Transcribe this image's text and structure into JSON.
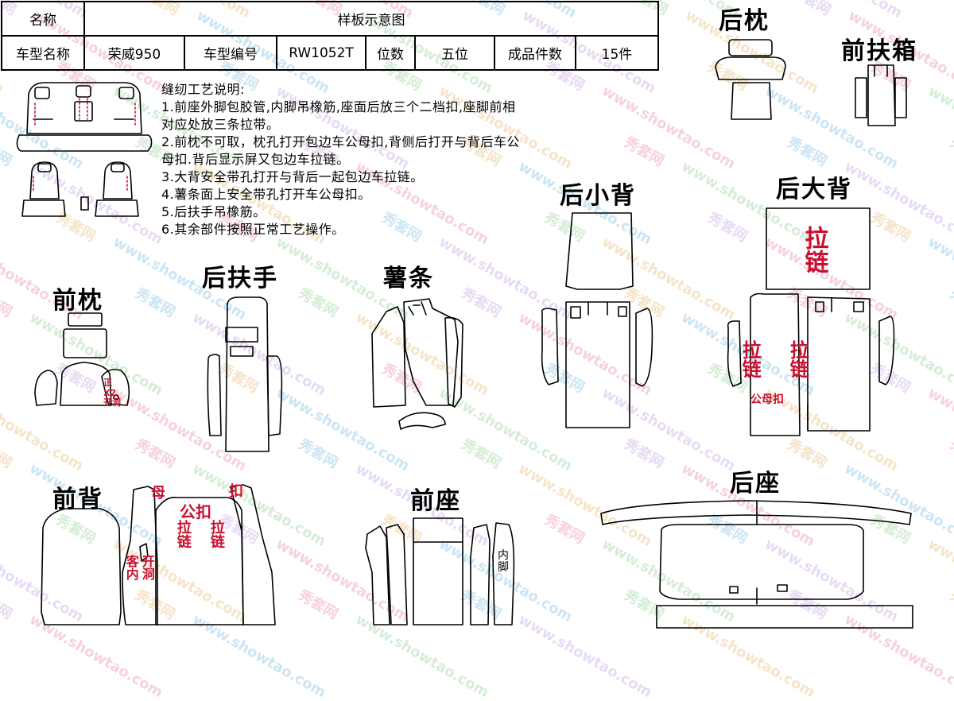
{
  "header": {
    "row1": {
      "name_label": "名称",
      "name_value": "样板示意图"
    },
    "row2": {
      "model_name_label": "车型名称",
      "model_name_value": "荣威950",
      "model_code_label": "车型编号",
      "model_code_value": "RW1052T",
      "seats_label": "位数",
      "seats_value": "五位",
      "pieces_label": "成品件数",
      "pieces_value": "15件"
    }
  },
  "notes": {
    "title": "缝纫工艺说明:",
    "lines": [
      "1.前座外脚包胶管,内脚吊橡筋,座面后放三个二档扣,座脚前相",
      "对应处放三条拉带。",
      "2.前枕不可取，枕孔打开包边车公母扣,背侧后打开与背后车公",
      "母扣.背后显示屏又包边车拉链。",
      "3.大背安全带孔打开与背后一起包边车拉链。",
      "4.薯条面上安全带孔打开车公母扣。",
      "5.后扶手吊橡筋。",
      "6.其余部件按照正常工艺操作。"
    ]
  },
  "parts": {
    "rear_headrest": "后枕",
    "front_armrest_box": "前扶箱",
    "rear_small_back": "后小背",
    "rear_big_back": "后大背",
    "front_headrest": "前枕",
    "rear_armrest": "后扶手",
    "fries": "薯条",
    "front_back": "前背",
    "front_seat": "前座",
    "rear_seat": "后座"
  },
  "annotations": {
    "zipper": "拉链",
    "snap_button": "公母扣",
    "front_x2_open": "正X2开洞",
    "open_hole_inside": "开洞",
    "inner_leg": "内脚",
    "gong_kou": "公扣",
    "mu": "母",
    "kou": "扣",
    "ke_nei": "客内"
  },
  "watermark": {
    "cn": "秀套网",
    "url": "www.showtao.com"
  },
  "colors": {
    "line": "#000000",
    "annotation": "#c8102e"
  }
}
